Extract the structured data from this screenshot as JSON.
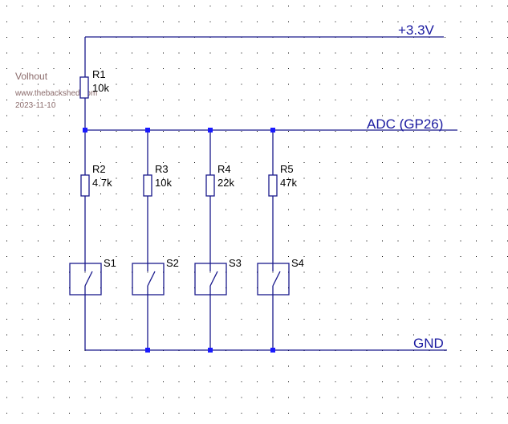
{
  "colors": {
    "wire": "#1a1a8c",
    "junction": "#1a1aff",
    "net_label": "#1a1aa0",
    "part_text": "#000000",
    "note_text": "#8a6a6a",
    "grid_dot": "#000000",
    "background": "#ffffff"
  },
  "notes": {
    "author": "Volhout",
    "website": "www.thebackshed.com",
    "date": "2023-11-10"
  },
  "nets": {
    "vcc": "+3.3V",
    "adc": "ADC (GP26)",
    "gnd": "GND"
  },
  "r1": {
    "ref": "R1",
    "value": "10k"
  },
  "branches": [
    {
      "resistor_ref": "R2",
      "resistor_value": "4.7k",
      "switch_ref": "S1"
    },
    {
      "resistor_ref": "R3",
      "resistor_value": "10k",
      "switch_ref": "S2"
    },
    {
      "resistor_ref": "R4",
      "resistor_value": "22k",
      "switch_ref": "S3"
    },
    {
      "resistor_ref": "R5",
      "resistor_value": "47k",
      "switch_ref": "S4"
    }
  ]
}
